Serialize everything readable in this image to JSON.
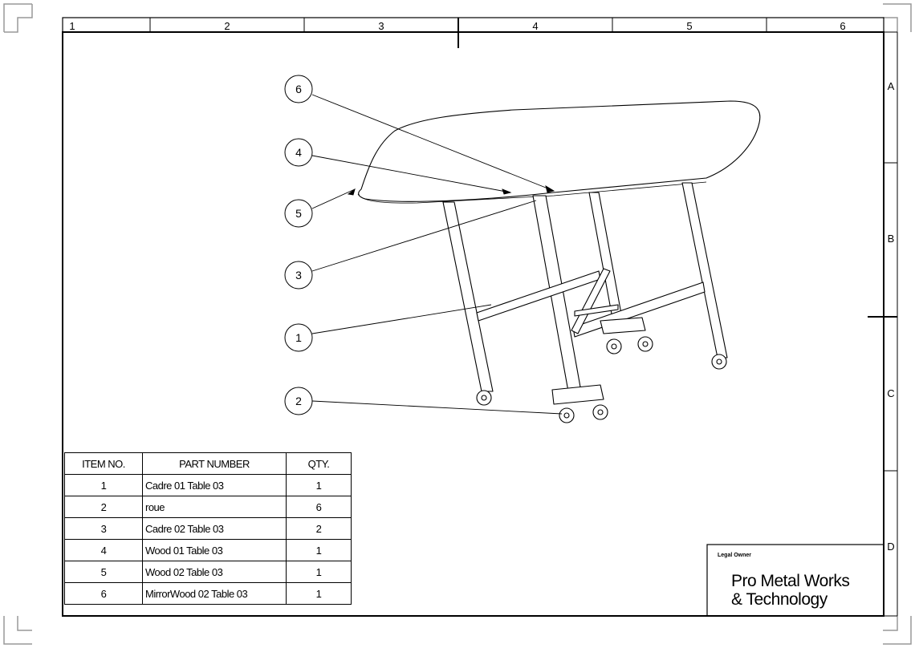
{
  "border": {
    "columns": [
      "1",
      "2",
      "3",
      "4",
      "5",
      "6"
    ],
    "rows": [
      "A",
      "B",
      "C",
      "D"
    ]
  },
  "balloons": [
    "6",
    "4",
    "5",
    "3",
    "1",
    "2"
  ],
  "bom": {
    "headers": {
      "item": "ITEM NO.",
      "part": "PART NUMBER",
      "qty": "QTY."
    },
    "rows": [
      {
        "item": "1",
        "part": "Cadre 01 Table 03",
        "qty": "1"
      },
      {
        "item": "2",
        "part": "roue",
        "qty": "6"
      },
      {
        "item": "3",
        "part": "Cadre 02 Table 03",
        "qty": "2"
      },
      {
        "item": "4",
        "part": "Wood 01 Table 03",
        "qty": "1"
      },
      {
        "item": "5",
        "part": "Wood 02 Table 03",
        "qty": "1"
      },
      {
        "item": "6",
        "part": "MirrorWood 02 Table 03",
        "qty": "1"
      }
    ]
  },
  "title_block": {
    "owner_label": "Legal Owner",
    "company_line1": "Pro Metal Works",
    "company_line2": "& Technology"
  },
  "colors": {
    "line": "#000000",
    "background": "#ffffff"
  }
}
